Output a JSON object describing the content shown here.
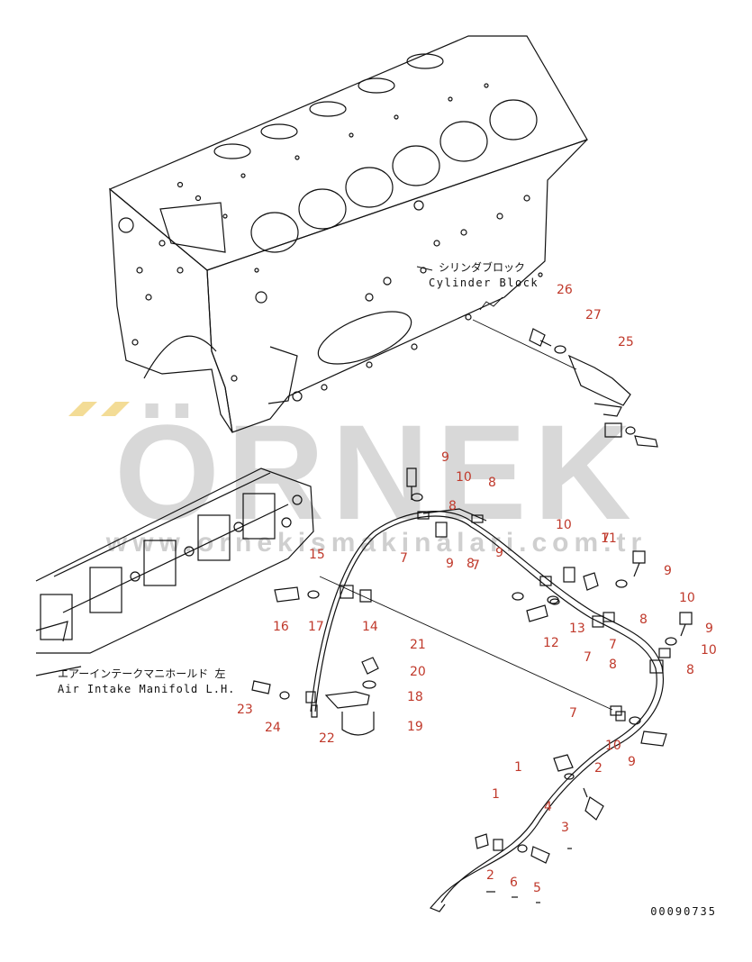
{
  "watermark": {
    "brand": "ÖRNEK",
    "site": "www.ornekismakinalari.com.tr",
    "brand_color": "#d8d8d8",
    "accent_color": "#f3dc96"
  },
  "labels": {
    "cylinder_block_jp": "シリンダブロック",
    "cylinder_block_en": "Cylinder Block",
    "manifold_jp": "エアーインテークマニホールド 左",
    "manifold_en": "Air Intake Manifold L.H.",
    "drawing_number": "00090735"
  },
  "callout_color": "#c0392b",
  "callouts": [
    "26",
    "27",
    "25",
    "9",
    "10",
    "8",
    "7",
    "9",
    "8",
    "7",
    "9",
    "10",
    "8",
    "7",
    "11",
    "9",
    "10",
    "8",
    "9",
    "10",
    "8",
    "7",
    "7",
    "8",
    "7",
    "12",
    "13",
    "15",
    "16",
    "17",
    "14",
    "21",
    "20",
    "18",
    "19",
    "23",
    "24",
    "22",
    "10",
    "9",
    "2",
    "1",
    "4",
    "3",
    "1",
    "2",
    "6",
    "5"
  ]
}
